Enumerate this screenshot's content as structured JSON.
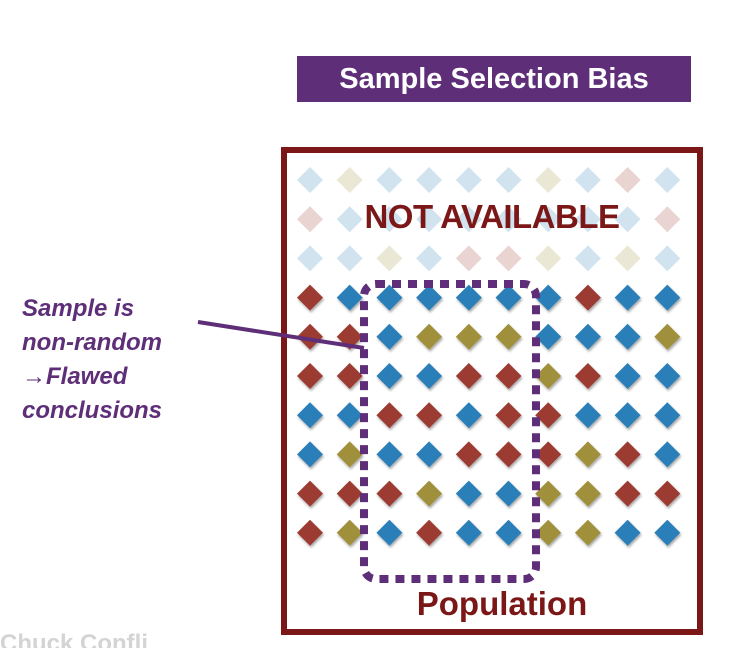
{
  "title": "Sample Selection Bias",
  "not_available_label": "NOT AVAILABLE",
  "population_label": "Population",
  "annotation": {
    "lines": [
      "Sample is",
      "non-random",
      "→Flawed",
      "conclusions"
    ]
  },
  "cutoff_text": "Chuck Confli",
  "colors": {
    "title_bg": "#5e2f78",
    "population_border": "#7b1717",
    "annotation_purple": "#5e2f78",
    "blue": "#2b7fb8",
    "red": "#9c3b30",
    "olive": "#a0903a"
  },
  "grid": {
    "columns": 10,
    "faded_rows": [
      [
        "b",
        "o",
        "b",
        "b",
        "b",
        "b",
        "o",
        "b",
        "r",
        "b"
      ],
      [
        "r",
        "b",
        "b",
        "b",
        "b",
        "b",
        "b",
        "b",
        "b",
        "r"
      ],
      [
        "b",
        "b",
        "o",
        "b",
        "r",
        "r",
        "o",
        "b",
        "o",
        "b"
      ]
    ],
    "rows": [
      [
        "r",
        "b",
        "b",
        "b",
        "b",
        "b",
        "b",
        "r",
        "b",
        "b"
      ],
      [
        "r",
        "r",
        "b",
        "o",
        "o",
        "o",
        "b",
        "b",
        "b",
        "o"
      ],
      [
        "r",
        "r",
        "b",
        "b",
        "r",
        "r",
        "o",
        "r",
        "b",
        "b"
      ],
      [
        "b",
        "b",
        "r",
        "r",
        "b",
        "r",
        "r",
        "b",
        "b",
        "b"
      ],
      [
        "b",
        "o",
        "b",
        "b",
        "r",
        "r",
        "r",
        "o",
        "r",
        "b"
      ],
      [
        "r",
        "r",
        "r",
        "o",
        "b",
        "b",
        "o",
        "o",
        "r",
        "r"
      ],
      [
        "r",
        "o",
        "b",
        "r",
        "b",
        "b",
        "o",
        "o",
        "b",
        "b"
      ]
    ]
  }
}
